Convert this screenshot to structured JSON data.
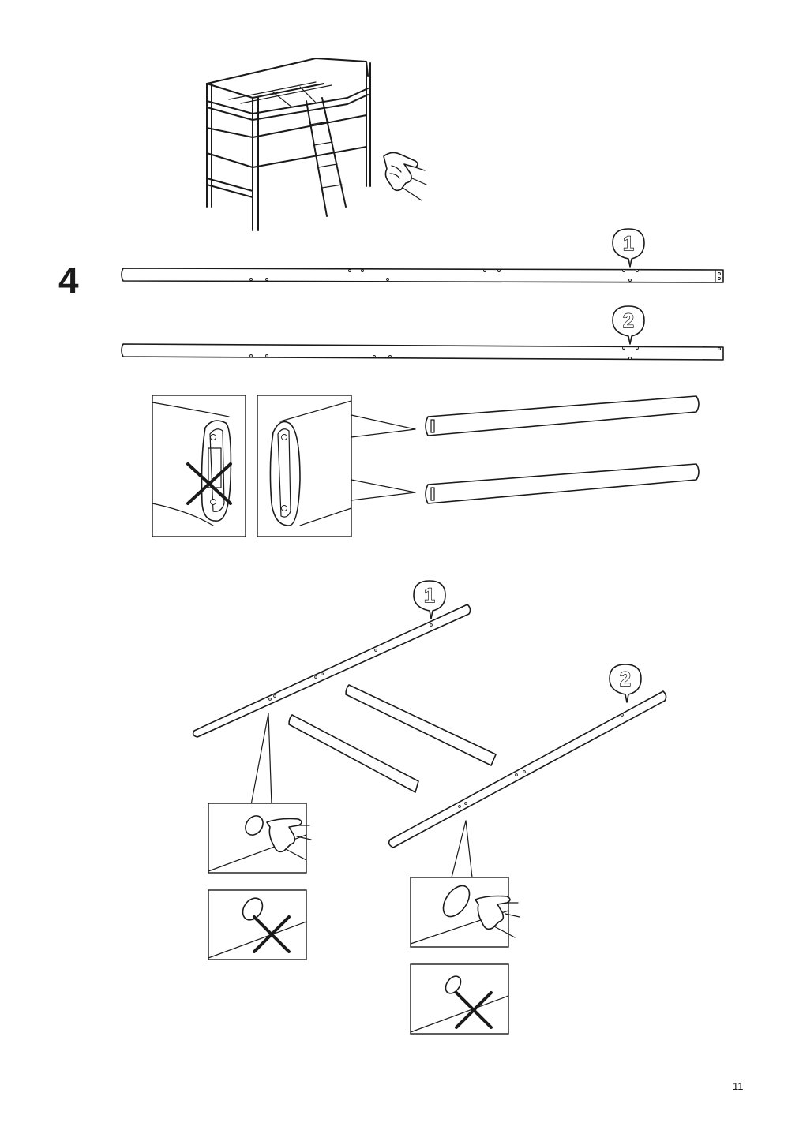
{
  "step": {
    "number": "4"
  },
  "page": {
    "number": "11"
  },
  "callouts": {
    "rail_1": "1",
    "rail_2": "2"
  },
  "icons": {
    "loft_bed": "loft-bed-overview-illustration",
    "pointing_hand": "pointing-hand-icon",
    "wrong_mark": "x-mark-icon"
  }
}
